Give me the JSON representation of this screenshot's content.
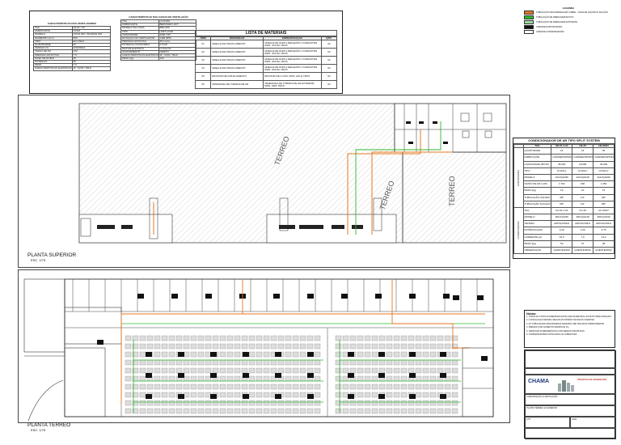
{
  "left_table": {
    "title": "CARACTERÍSTICAS DOS VENTILADORES",
    "rows": [
      [
        "TAG",
        "VE-01 / 02"
      ],
      [
        "FABRICANTE",
        "OTAM"
      ],
      [
        "MODELO",
        "NVCD 200 / SILENCE 200"
      ],
      [
        "DIÂMETRO (mm)",
        "250"
      ],
      [
        "TIPO",
        "EN LINHA"
      ],
      [
        "QUANTIDADE",
        "02"
      ],
      [
        "TENSÃO (V)",
        "220V/60Hz"
      ],
      [
        "VAZÃO DE AR",
        "440"
      ],
      [
        "PRESSÃO ESTÁTICA",
        "7.5"
      ],
      [
        "NÍVEL DE RUÍDO",
        "45"
      ],
      [
        "POTÊNCIA",
        "55"
      ],
      [
        "PESO",
        "7.0"
      ],
      [
        "CARACTERÍSTICAS ELÉTRICAS",
        "1F / 220V / 60Hz"
      ]
    ]
  },
  "mid_table": {
    "title": "CARACTERÍSTICAS DAS CAIXAS DE VENTILAÇÃO",
    "rows": [
      [
        "TAG",
        "CV-01/02"
      ],
      [
        "FABRICANTE",
        "BERLINER LUFT"
      ],
      [
        "MODELO DA CAIXA",
        "BBS-280"
      ],
      [
        "TIPO",
        "LIMIT LOAD"
      ],
      [
        "CAPACIDADE",
        "1000 m³/h"
      ],
      [
        "ROTAÇÃO DO VENTILADOR",
        "1480 RPM"
      ],
      [
        "PRESSÃO ESTÁTICA",
        "25 mmca"
      ],
      [
        "POTÊNCIA CONSUMIDA",
        "0,5 kW"
      ],
      [
        "MOTOR ELÉTRICO",
        "IV POLOS"
      ],
      [
        "ACIONAMENTO",
        "DIRETO"
      ],
      [
        "CARACTERÍSTICAS ELÉTRICAS",
        "3F / 220V / 60Hz"
      ],
      [
        "PESO (kg)",
        "120"
      ]
    ]
  },
  "materials": {
    "title": "LISTA DE MATERIAIS",
    "headers": [
      "ITEM",
      "DESCRIÇÃO",
      "ESPECIFICAÇÃO",
      "QTD."
    ],
    "rows": [
      [
        "01",
        "GRELHA DE INSUFLAMENTO",
        "GRELHA DE DUPLA DEFLEXÃO C/ REGISTRO, MOD. VAT-DG TROX",
        "02"
      ],
      [
        "02",
        "GRELHA DE INSUFLAMENTO",
        "GRELHA DE DUPLA DEFLEXÃO C/ REGISTRO, MOD. VAT-DG TROX",
        "02"
      ],
      [
        "03",
        "GRELHA DE INSUFLAMENTO",
        "GRELHA DE DUPLA DEFLEXÃO C/ REGISTRO, MOD. VAT-DG TROX",
        "02"
      ],
      [
        "04",
        "GRELHA DE INSUFLAMENTO",
        "GRELHA DE DUPLA DEFLEXÃO C/ REGISTRO, MOD. VAT-DG TROX",
        "02"
      ],
      [
        "05",
        "DIFUSOR DE INSUFLAMENTO",
        "DIFUSOR DE 4 VIAS, MOD. ADLQ TROX",
        "02"
      ],
      [
        "06",
        "VENEZIANA DE TOMADA DE AR",
        "VENEZIANA DE TOMADA DE AR EXTERIOR, MOD. AWG TROX",
        "02"
      ]
    ]
  },
  "legend": {
    "title": "LEGENDA",
    "items": [
      {
        "label": "TUBULAÇÃO FRIGORÍGENA EM COBRE - LINHA DE LÍQUIDO E SUCÇÃO",
        "color": "#e87722"
      },
      {
        "label": "TUBULAÇÃO DE DRENAGEM EM PVC",
        "color": "#2eb82e"
      },
      {
        "label": "TUBULAÇÃO DE DRENAGEM EXISTENTE",
        "color": "#9fd89f"
      },
      {
        "label": "UNIDADE EVAPORADORA",
        "color": "#111111"
      },
      {
        "label": "UNIDADE CONDENSADORA",
        "color": "#ffffff"
      }
    ]
  },
  "split_table": {
    "title": "CONDICIONADOR DE AR TIPO SPLIT SYSTEM",
    "headers": [
      "TAG",
      "UE-01 A 24",
      "UE-25",
      "UE-26/27"
    ],
    "groups": [
      {
        "name": "EVAPORADORA",
        "rows": [
          [
            "QUANTIDADE",
            "24",
            "01",
            "02"
          ],
          [
            "FABRICANTE",
            "CARRIER/SPRINGER",
            "CARRIER/SPRINGER",
            "CARRIER/SPRINGER"
          ],
          [
            "CAPACIDADE (BTU/h)",
            "36.000",
            "18.000",
            "30.000"
          ],
          [
            "TIPO",
            "HI WALL",
            "HI WALL",
            "HI WALL"
          ],
          [
            "MODELO",
            "42LVQA036",
            "42LVQA018",
            "42LVQA030"
          ],
          [
            "VAZÃO DE AR (m³/h)",
            "1.700",
            "900",
            "1.450"
          ],
          [
            "PESO (kg)",
            "16",
            "10",
            "13"
          ],
          [
            "TUBULAÇÃO LÍQUIDO (pol)",
            "3/8\"",
            "1/4\"",
            "3/8\""
          ],
          [
            "TUBULAÇÃO SUCÇÃO (pol)",
            "5/8\"",
            "1/2\"",
            "5/8\""
          ]
        ]
      },
      {
        "name": "CONDENSADORA",
        "rows": [
          [
            "TAG",
            "UC-01 A 24",
            "UC-25",
            "UC-26/27"
          ],
          [
            "MODELO",
            "38LVQA036",
            "38LVQA018",
            "38LVQA030"
          ],
          [
            "TENSÃO",
            "220V/1F/60Hz",
            "220V/1F/60Hz",
            "220V/1F/60Hz"
          ],
          [
            "POTÊNCIA (kW)",
            "3,40",
            "1,66",
            "2,75"
          ],
          [
            "CORRENTE (A)",
            "16,5",
            "7,9",
            "13,2"
          ],
          [
            "PESO (kg)",
            "60",
            "37",
            "48"
          ],
          [
            "OBSERVAÇÃO",
            "QUENTE/FRIO",
            "QUENTE/FRIO",
            "QUENTE/FRIO"
          ]
        ]
      }
    ]
  },
  "notes": {
    "title": "Notas:",
    "lines": [
      "1. TODAS AS COTAS E DIMENSÕES ESTÃO EM MILÍMETROS, EXCETO ONDE INDICADO.",
      "2. A INSTALAÇÃO DEVERÁ SEGUIR AS NORMAS TÉCNICAS VIGENTES.",
      "3. AS TUBULAÇÕES FRIGORÍGENAS DEVERÃO SER ISOLADAS TERMICAMENTE.",
      "4. DRENOS COM CAIMENTO MÍNIMO DE 1%.",
      "5. VERIFICAR INTERFERÊNCIAS COM DEMAIS DISCIPLINAS.",
      "6. CONDENSADORAS INSTALADAS NA COBERTURA."
    ]
  },
  "title_block": {
    "company": "CHAMA",
    "company_sub": "PROJETOS DE ENGENHARIA",
    "project": "CLIMATIZAÇÃO E VENTILAÇÃO",
    "sheet_title": "PLANTA TÉRREO E SUPERIOR",
    "scale": "1/75",
    "sheet": "01/01"
  },
  "upper_plan": {
    "title": "PLANTA SUPERIOR",
    "scale": "ESC. 1/75",
    "area_label_1": "TERREO",
    "area_label_2": "TERREO",
    "area_label_3": "TERREO"
  },
  "ground_plan": {
    "title": "PLANTA TERREO",
    "scale": "ESC. 1/75"
  },
  "colors": {
    "refrigerant": "#e87722",
    "drain": "#2eb82e",
    "drain_existing": "#9fd89f",
    "walls": "#333333"
  }
}
